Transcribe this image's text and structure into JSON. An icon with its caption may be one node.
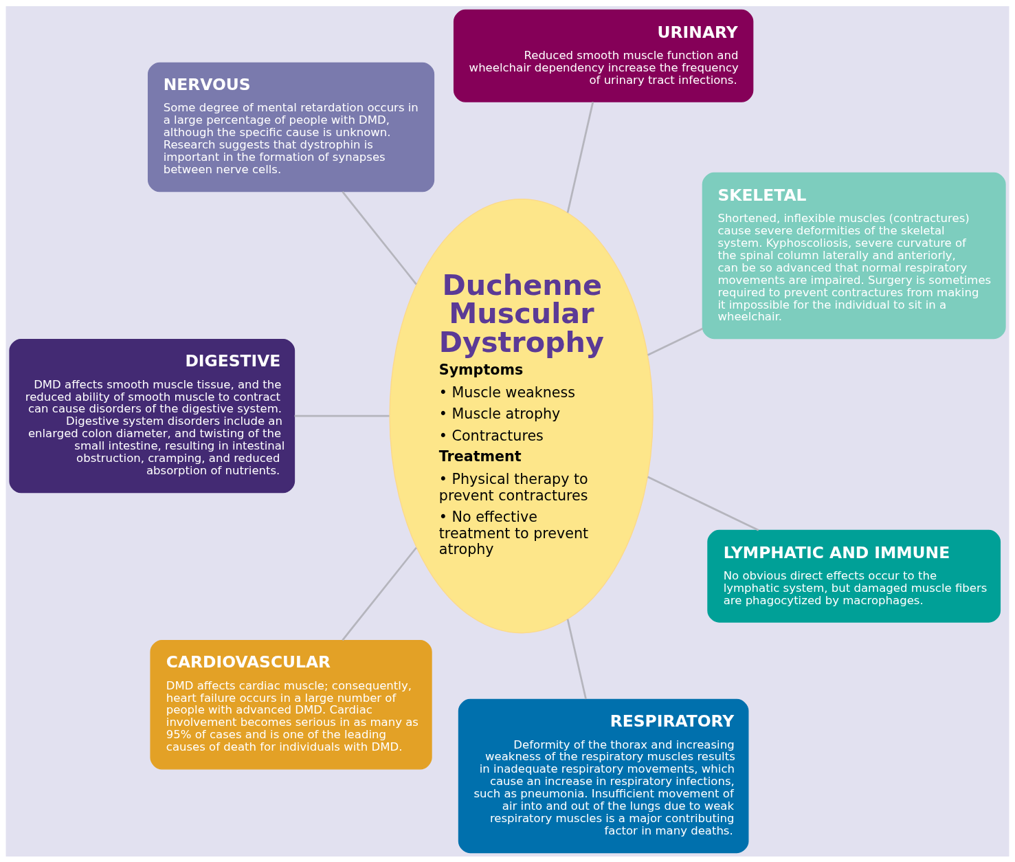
{
  "diagram": {
    "nodes": [
      {
        "text": [
          "SKELETAL",
          "Shortened, inflexible muscles (contractures) cause severe deformities of the skeletal system. Kyphoscoliosis, severe curvature of the spinal column laterally and anteriorly, can be so advanced that normal respiratory movements are impaired. Surgery is sometimes required to prevent contractures from making it impossible for the individual to sit in a wheelchair."
        ]
      },
      {
        "text": [
          "URINARY",
          "Reduced smooth muscle function and wheelchair dependency increase the frequency of urinary tract infections."
        ]
      },
      {
        "text": [
          "Duchenne Muscular Dystrophy",
          "Symptoms",
          "• Muscle weakness",
          "• Muscle atrophy",
          "• Contractures",
          "Treatment",
          "• Physical therapy to prevent contractures",
          "• No effective treatment to prevent atrophy"
        ]
      },
      {
        "text": [
          "NERVOUS",
          "Some degree of mental retardation occurs in a large percentage of people with DMD, although the specific cause is unknown. Research suggests that dystrophin is important in the formation of synapses between nerve cells."
        ]
      },
      {
        "text": [
          "DIGESTIVE",
          "DMD affects smooth muscle tissue, and the reduced ability of smooth muscle to contract can cause disorders of the digestive system. Digestive system disorders include an enlarged colon diameter, and twisting of the small intestine, resulting in intestinal obstruction, cramping, and reduced absorption of nutrients."
        ]
      },
      {
        "text": [
          "CARDIOVASCULAR",
          "DMD affects cardiac muscle; consequently, heart failure occurs in a large number of people with advanced DMD. Cardiac involvement becomes serious in as many as 95% of cases and is one of the leading causes of death for individuals with DMD."
        ]
      },
      {
        "text": [
          "RESPIRATORY",
          "Deformity of the thorax and increasing weakness of the respiratory muscles results in inadequate respiratory movements, which cause an increase in respiratory infections, such as pneumonia. Insufficient movement of air into and out of the lungs due to weak respiratory muscles is a major contributing factor in many deaths."
        ]
      },
      {
        "text": [
          "LYMPHATIC AND IMMUNE",
          "No obvious direct effects occur to the lymphatic system, but damaged muscle fibers are phagocytized by macrophages."
        ]
      }
    ],
    "edges": [
      {
        "from": 2,
        "to": 0,
        "arrow": "none"
      },
      {
        "from": 2,
        "to": 1,
        "arrow": "none"
      },
      {
        "from": 2,
        "to": 3,
        "arrow": "none"
      },
      {
        "from": 2,
        "to": 4,
        "arrow": "none"
      },
      {
        "from": 2,
        "to": 5,
        "arrow": "none"
      },
      {
        "from": 2,
        "to": 6,
        "arrow": "none"
      },
      {
        "from": 2,
        "to": 7,
        "arrow": "none"
      }
    ]
  }
}
